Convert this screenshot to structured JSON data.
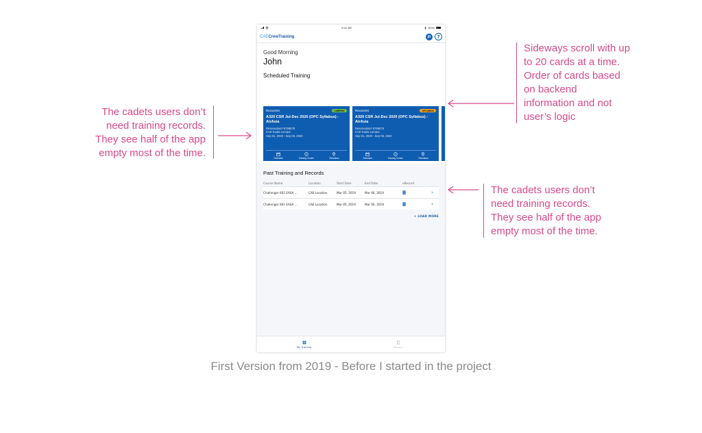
{
  "status_bar": {
    "time": "9:41 AM",
    "battery": "100%"
  },
  "app": {
    "logo_prefix": "CAE",
    "logo_name": "CrewTraining",
    "avatar_initials": "JD",
    "help_label": "?"
  },
  "greeting": "Good Morning",
  "user_name": "John",
  "scheduled": {
    "title": "Scheduled Training",
    "cards": [
      {
        "type": "Recurrent",
        "badge": "CURRENT",
        "title": "A320 CSR Jul-Dec 2020 (OPC Syllabus) - AirAsia",
        "reservation": "Reservation# 8766578",
        "location": "CAE Kuala Lumpur",
        "dates": "Sep 01, 2020 - Sep 06, 2020",
        "actions": [
          "Schedule",
          "Training Centre",
          "Directions"
        ]
      },
      {
        "type": "Recurrent",
        "badge": "UPCOMING",
        "title": "A320 CSR Jul-Dec 2020 (OPC Syllabus) - AirAsia",
        "reservation": "Reservation# 8766578",
        "location": "CAE Kuala Lumpur",
        "dates": "Sep 01, 2020 - Sep 06, 2020",
        "actions": [
          "Schedule",
          "Training Centre",
          "Directions"
        ]
      }
    ]
  },
  "past": {
    "title": "Past Training and Records",
    "columns": [
      "Course Name",
      "Location",
      "Start Date",
      "End Date",
      "eRecord"
    ],
    "rows": [
      [
        "Challenger 601 EASA ...",
        "CAE Location",
        "Mar 05, 2019",
        "Mar 06, 2019"
      ],
      [
        "Challenger 601 EASA ...",
        "CAE Location",
        "Mar 05, 2019",
        "Mar 06, 2019"
      ]
    ],
    "load_more": "+ LOAD MORE"
  },
  "tabs": [
    {
      "label": "My Training"
    },
    {
      "label": "Library"
    }
  ],
  "annotations": {
    "left": [
      "The cadets users don’t",
      "need training records.",
      "They see half of the app",
      "empty most of the time."
    ],
    "top_right": [
      "Sideways scroll with up",
      "to 20 cards at a time.",
      "Order of cards based",
      "on backend",
      "information and not",
      "user’s logic"
    ],
    "bottom_right": [
      "The cadets users don’t",
      "need training records.",
      "They see half of the app",
      "empty most of the time."
    ]
  },
  "caption": "First Version from 2019 - Before I started in the project",
  "colors": {
    "accent": "#d8498b",
    "primary": "#0f5db1",
    "current": "#6cc24a",
    "upcoming": "#f5a623"
  }
}
